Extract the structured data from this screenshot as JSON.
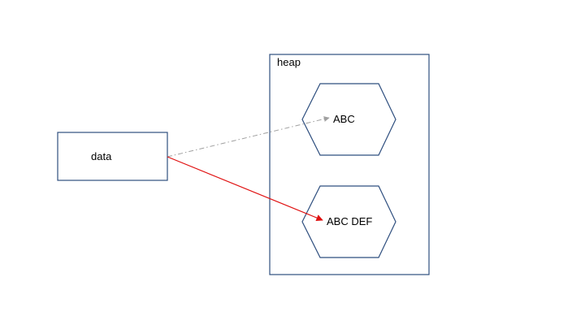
{
  "data_box": {
    "label": "data"
  },
  "heap": {
    "label": "heap"
  },
  "objects": [
    {
      "label": "ABC"
    },
    {
      "label": "ABC DEF"
    }
  ],
  "arrows": [
    {
      "from": "data",
      "to": "ABC",
      "style": "dash-dot",
      "color": "#a0a0a0"
    },
    {
      "from": "data",
      "to": "ABC DEF",
      "style": "solid",
      "color": "#e01010"
    }
  ]
}
